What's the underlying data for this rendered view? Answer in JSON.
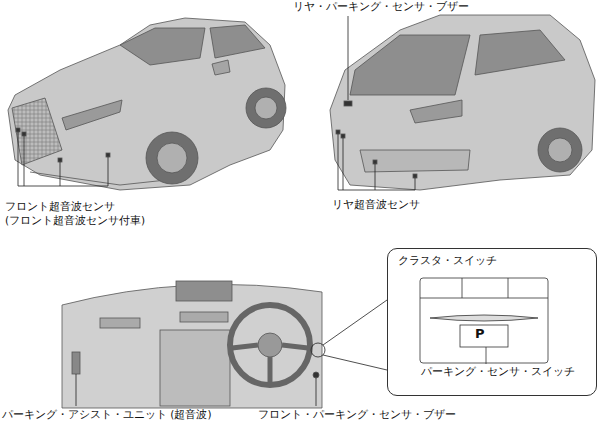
{
  "diagram": {
    "nodes": [
      {
        "text": [
          "クラスタ・スイッチ",
          "パーキング・センサ・スイッチ"
        ]
      }
    ],
    "labels": [
      "リヤ・パーキング・センサ・ブザー",
      "フロント超音波センサ (フロント超音波センサ付車)",
      "リヤ超音波センサ",
      "P",
      "パーキング・アシスト・ユニット (超音波)",
      "フロント・パーキング・センサ・ブザー"
    ]
  }
}
